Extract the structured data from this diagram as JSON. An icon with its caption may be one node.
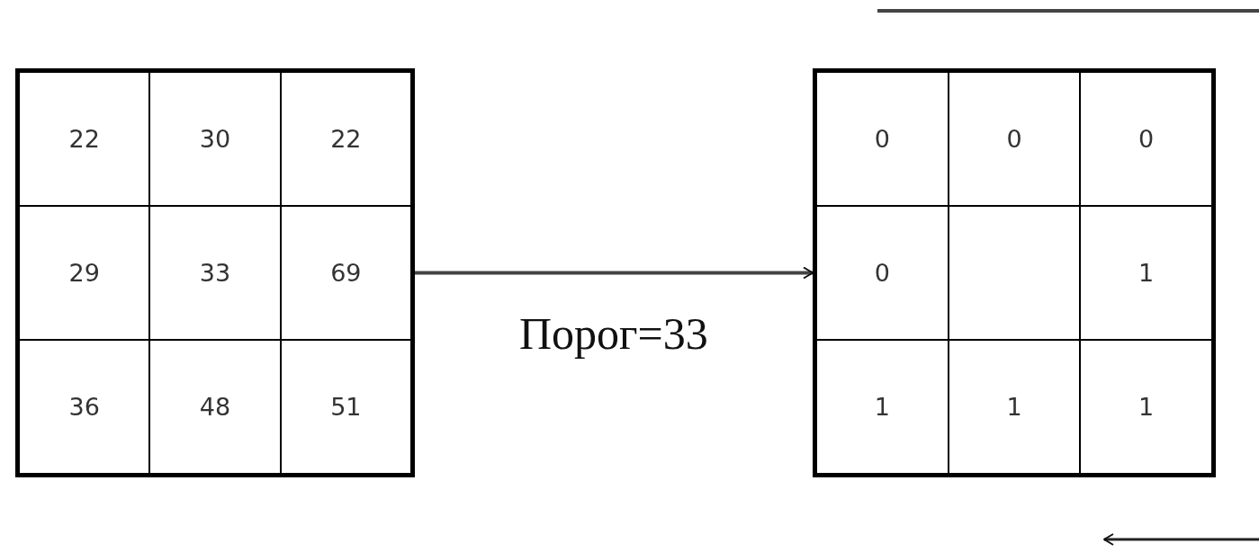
{
  "diagram": {
    "nodes": [
      {
        "text": [],
        "shape": "box"
      },
      {
        "text": [
          "22"
        ],
        "in": 0
      },
      {
        "text": [
          "30"
        ],
        "in": 0
      },
      {
        "text": [
          "22"
        ],
        "in": 0
      },
      {
        "text": [
          "29"
        ],
        "in": 0
      },
      {
        "text": [
          "33"
        ],
        "in": 0
      },
      {
        "text": [
          "69"
        ],
        "in": 0
      },
      {
        "text": [
          "36"
        ],
        "in": 0
      },
      {
        "text": [
          "48"
        ],
        "in": 0
      },
      {
        "text": [
          "51"
        ],
        "in": 0
      },
      {
        "text": [],
        "shape": "box"
      },
      {
        "text": [
          "0"
        ],
        "in": 10
      },
      {
        "text": [
          "0"
        ],
        "in": 10
      },
      {
        "text": [
          "0"
        ],
        "in": 10
      },
      {
        "text": [
          "0"
        ],
        "in": 10
      },
      {
        "text": [],
        "shape": "box",
        "in": 10
      },
      {
        "text": [
          "1"
        ],
        "in": 10
      },
      {
        "text": [
          "1"
        ],
        "in": 10
      },
      {
        "text": [
          "1"
        ],
        "in": 10
      },
      {
        "text": [
          "1"
        ],
        "in": 10
      }
    ],
    "edges": [
      {
        "from": 0,
        "to": 10,
        "arrow": "to",
        "label": "Порог=33"
      }
    ]
  }
}
